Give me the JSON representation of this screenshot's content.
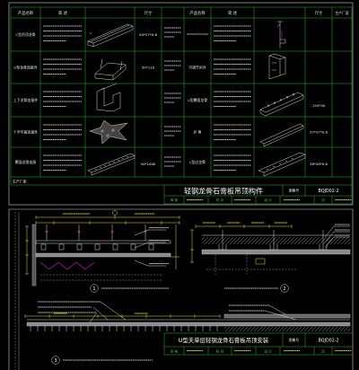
{
  "colors": {
    "background": "#000000",
    "table_lines": "#2db52d",
    "dimension_lines": "#e6e600",
    "annotation": "#d020d0",
    "board": "#8a8a8a"
  },
  "sheet_top": {
    "header": {
      "name": "产品名称",
      "desc": "简 述",
      "size": "尺寸",
      "name2": "产品名称",
      "desc2": "简 述",
      "size2": "尺寸",
      "maker": "生产厂家"
    },
    "left_rows": [
      {
        "name": "C型吊顶龙骨",
        "size": "50*27*0.6"
      },
      {
        "name": "U型龙骨连接件",
        "size": "50*110"
      },
      {
        "name": "上下龙骨连接件"
      },
      {
        "name": "十字平面连接件"
      },
      {
        "name": "覆面龙骨连接",
        "size": "50*1000"
      }
    ],
    "right_rows": [
      {},
      {
        "name": "可调节吊件"
      },
      {
        "name": "U型覆面龙骨",
        "size": "135*30"
      },
      {
        "name": "护 角",
        "size": "37*37*0.6"
      },
      {
        "name": "L型边龙骨",
        "size": "38*38*0.6"
      }
    ],
    "maker_label": "生产厂家:",
    "title": "轻钢龙骨石膏板吊顶构件",
    "atlas_label": "图集号",
    "atlas_no": "BQJD02-2",
    "sign": [
      "审 核",
      "校 对",
      "设 计",
      "页"
    ]
  },
  "sheet_bottom": {
    "details": [
      "1",
      "2",
      "3"
    ],
    "title": "U型夫单层轻钢龙骨石膏板吊顶安装",
    "atlas_label": "图集号",
    "atlas_no": "BQJD02-2",
    "sign": [
      "审 核",
      "校 对",
      "设 计",
      "页"
    ]
  }
}
